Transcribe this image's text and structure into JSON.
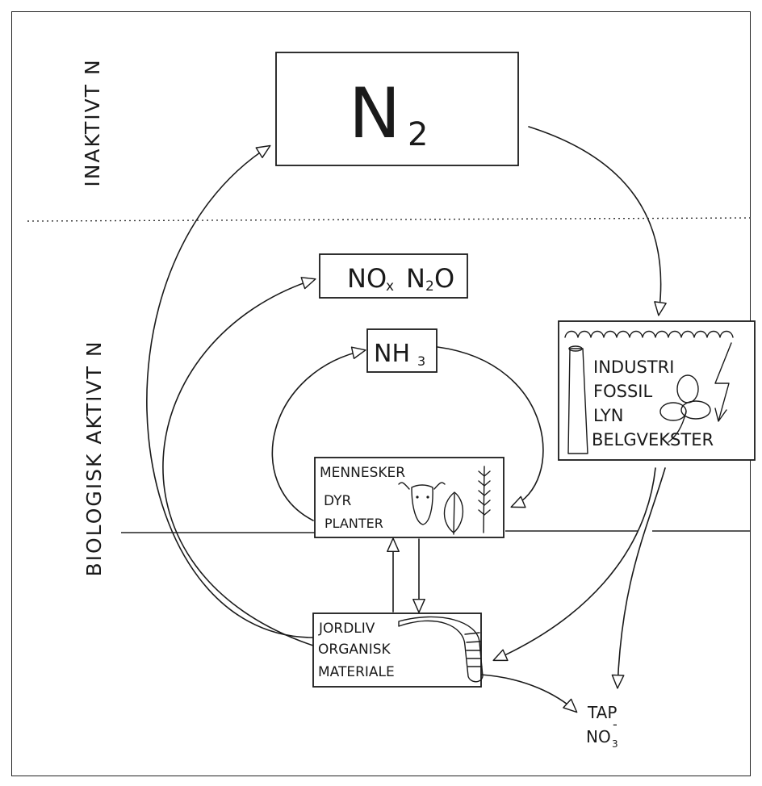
{
  "zones": {
    "inactive": "INAKTIVT N",
    "active": "BIOLOGISK AKTIVT N"
  },
  "nodes": {
    "n2": {
      "main": "N",
      "sub": "2"
    },
    "nox": {
      "a_main": "NO",
      "a_sub": "x",
      "b_main1": "N",
      "b_sub": "2",
      "b_main2": "O"
    },
    "nh3": {
      "main": "NH",
      "sub": "3"
    },
    "fixation": {
      "lines": [
        "INDUSTRI",
        "FOSSIL",
        "LYN",
        "BELGVEKSTER"
      ]
    },
    "organisms": {
      "lines": [
        "MENNESKER",
        "DYR",
        "PLANTER"
      ]
    },
    "soil": {
      "lines": [
        "JORDLIV",
        "ORGANISK",
        "MATERIALE"
      ]
    },
    "loss": {
      "line1": "TAP",
      "no_main": "NO",
      "no_sub": "3",
      "no_sup": "-"
    }
  },
  "icons": [
    "chimney-icon",
    "cloud-icon",
    "lightning-icon",
    "clover-icon",
    "cow-icon",
    "leaf-icon",
    "wheat-icon",
    "worm-icon"
  ]
}
